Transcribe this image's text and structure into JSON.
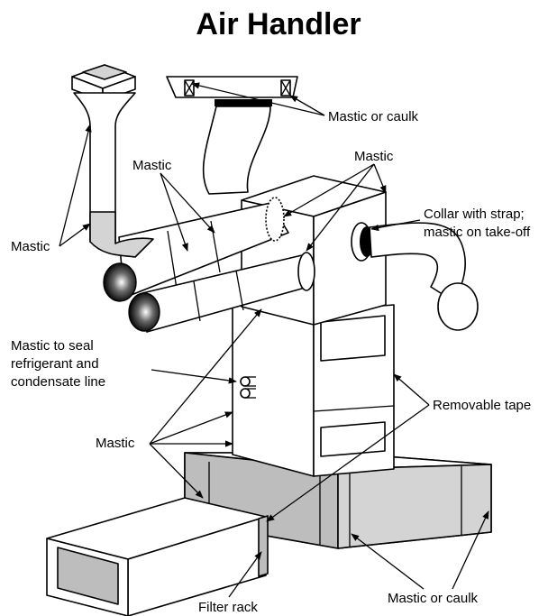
{
  "title": "Air Handler",
  "labels": {
    "mastic_or_caulk_top": "Mastic or caulk",
    "mastic_top_center": "Mastic",
    "mastic_top_right": "Mastic",
    "collar_line1": "Collar with strap;",
    "collar_line2": "mastic on take-off",
    "mastic_left": "Mastic",
    "seal_line1": "Mastic to seal",
    "seal_line2": "refrigerant and",
    "seal_line3": "condensate line",
    "removable_tape": "Removable tape",
    "mastic_bottom_left": "Mastic",
    "filter_rack": "Filter rack",
    "mastic_or_caulk_bottom": "Mastic or caulk"
  }
}
